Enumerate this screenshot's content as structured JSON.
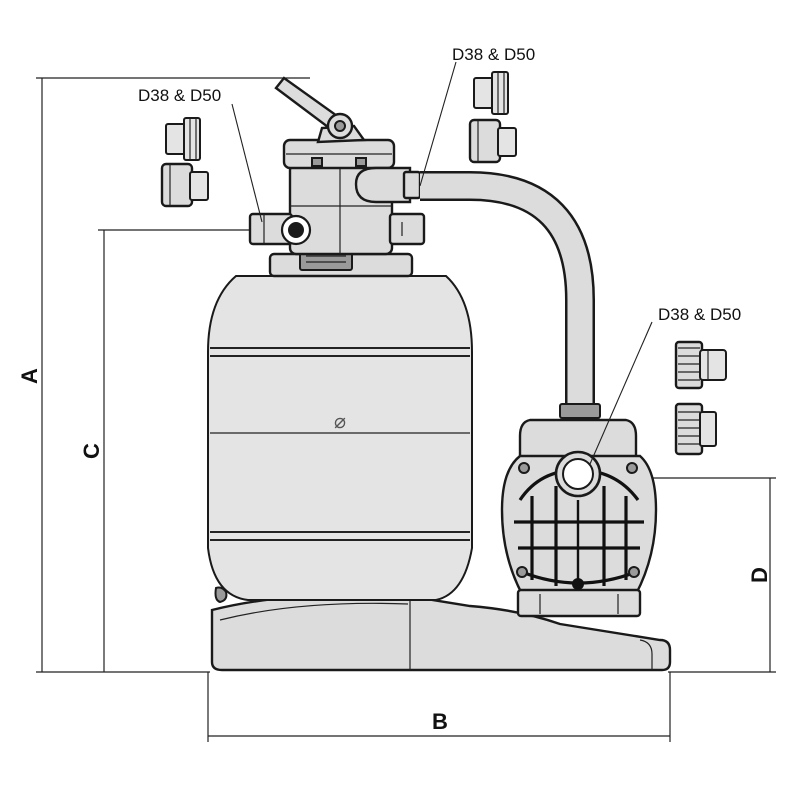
{
  "callouts": {
    "top_left": "D38 & D50",
    "top_right": "D38 & D50",
    "pump": "D38 & D50"
  },
  "dimensions": {
    "a": "A",
    "b": "B",
    "c": "C",
    "d": "D",
    "diameter": "⌀"
  }
}
